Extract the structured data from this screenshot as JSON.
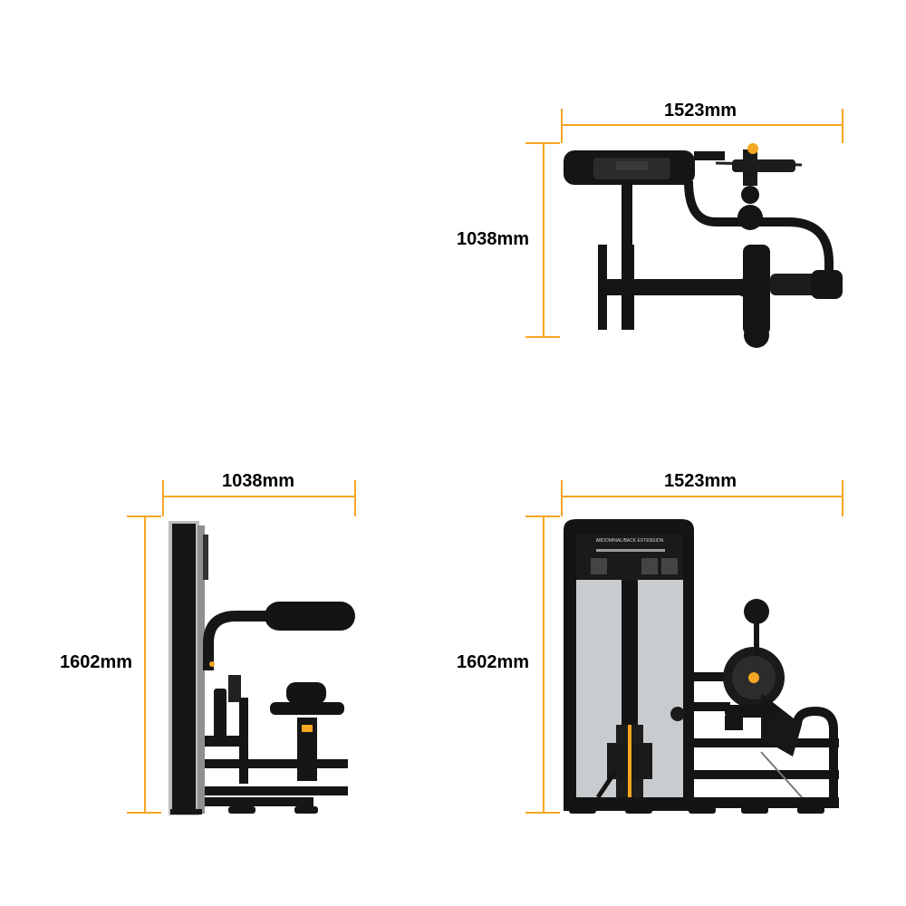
{
  "colors": {
    "dimension_line": "#f5a623",
    "frame": "#111111",
    "panel": "#c9ccce",
    "accent": "#f5a623"
  },
  "top_view": {
    "width_label": "1523mm",
    "depth_label": "1038mm"
  },
  "side_view": {
    "width_label": "1038mm",
    "height_label": "1602mm"
  },
  "front_view": {
    "width_label": "1523mm",
    "height_label": "1602mm",
    "placard_text": "ABDOMINAL/BACK EXTENSION"
  }
}
